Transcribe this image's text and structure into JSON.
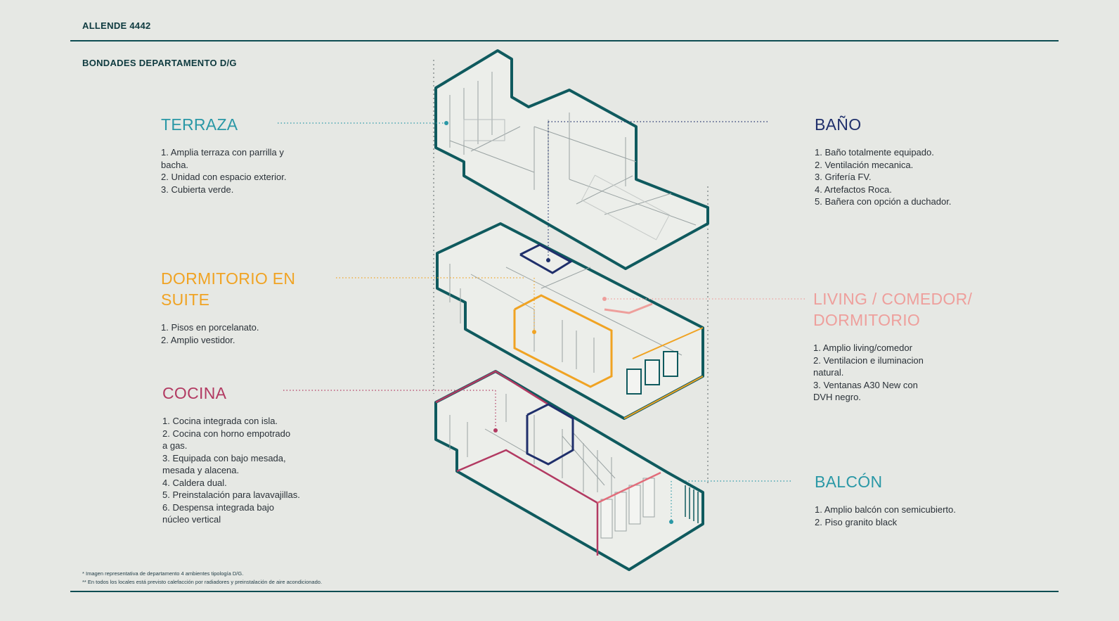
{
  "header": {
    "project": "ALLENDE 4442",
    "subtitle": "BONDADES DEPARTAMENTO D/G"
  },
  "colors": {
    "teal": "#0f5a5e",
    "terraza": "#2a98a6",
    "bano": "#1f2f6b",
    "dormitorio": "#f0a323",
    "living": "#ee9f9c",
    "cocina": "#b23a62",
    "balcon": "#2a98a6"
  },
  "sections": {
    "terraza": {
      "title": "TERRAZA",
      "items": [
        "1. Amplia terraza con parrilla y",
        "bacha.",
        "2. Unidad con espacio exterior.",
        "3. Cubierta verde."
      ]
    },
    "dormitorio": {
      "title_line1": "DORMITORIO EN",
      "title_line2": "SUITE",
      "items": [
        "1. Pisos en porcelanato.",
        "2. Amplio vestidor."
      ]
    },
    "cocina": {
      "title": "COCINA",
      "items": [
        "1. Cocina integrada con isla.",
        "2. Cocina con horno empotrado",
        "a gas.",
        "3. Equipada con bajo mesada,",
        "mesada y alacena.",
        "4. Caldera dual.",
        "5. Preinstalación para lavavajillas.",
        "6. Despensa integrada bajo",
        "núcleo vertical"
      ]
    },
    "bano": {
      "title": "BAÑO",
      "items": [
        "1. Baño totalmente equipado.",
        "2. Ventilación mecanica.",
        "3. Grifería FV.",
        "4. Artefactos Roca.",
        "5. Bañera con opción a duchador."
      ]
    },
    "living": {
      "title_line1": "LIVING / COMEDOR/",
      "title_line2": "DORMITORIO",
      "items": [
        "1. Amplio living/comedor",
        "2. Ventilacion e iluminacion",
        "natural.",
        "3. Ventanas A30 New con",
        "DVH negro."
      ]
    },
    "balcon": {
      "title": "BALCÓN",
      "items": [
        "1. Amplio balcón con semicubierto.",
        "2. Piso granito black"
      ]
    }
  },
  "footnotes": {
    "note1": "* Imagen representativa de departamento 4 ambientes tipología D/G.",
    "note2": "** En todos los locales está previsto calefacción por radiadores y preinstalación de aire acondicionado."
  }
}
